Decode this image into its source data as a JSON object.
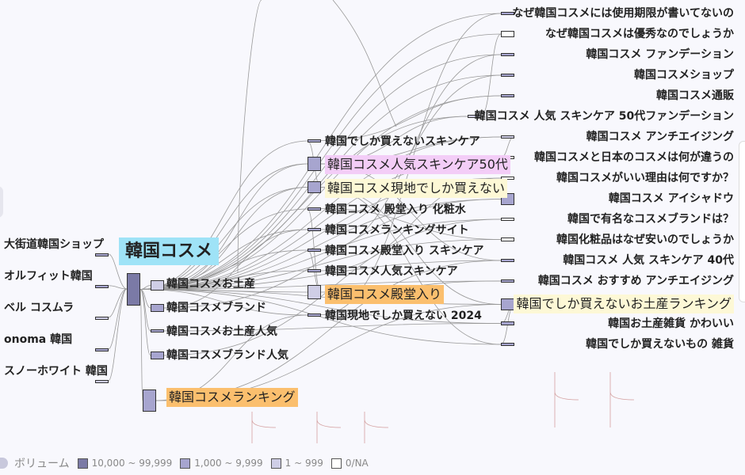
{
  "volume_colors": {
    "high": "#7b7aa6",
    "mid": "#a7a5cf",
    "low": "#cfcee6",
    "none": "#ffffff"
  },
  "link_color": "#999999",
  "bracket_color": "#d4a0a0",
  "nodes": [
    {
      "label": "韓国コスメ",
      "volume": "high",
      "highlight": "#9fe3f7"
    },
    {
      "label": "大街道韓国ショップ",
      "volume": "mid"
    },
    {
      "label": "オルフィット韓国",
      "volume": "mid"
    },
    {
      "label": "ベル コスムラ",
      "volume": "low"
    },
    {
      "label": "onoma 韓国",
      "volume": "mid"
    },
    {
      "label": "スノーホワイト 韓国",
      "volume": "low"
    },
    {
      "label": "韓国コスメお土産",
      "volume": "low"
    },
    {
      "label": "韓国コスメブランド",
      "volume": "mid"
    },
    {
      "label": "韓国コスメお土産人気",
      "volume": "mid"
    },
    {
      "label": "韓国コスメブランド人気",
      "volume": "mid"
    },
    {
      "label": "韓国コスメランキング",
      "volume": "mid",
      "highlight": "#fbbf6e"
    },
    {
      "label": "韓国コスメ殿堂入り",
      "volume": "low",
      "highlight": "#fbbf6e"
    },
    {
      "label": "韓国コスメランキングサイト",
      "volume": "mid"
    },
    {
      "label": "韓国コスメ殿堂入り スキンケア",
      "volume": "mid"
    },
    {
      "label": "韓国コスメ人気スキンケア",
      "volume": "mid"
    },
    {
      "label": "韓国コスメ 殿堂入り 化粧水",
      "volume": "mid"
    },
    {
      "label": "韓国コスメ現地でしか買えない",
      "volume": "mid",
      "highlight": "#fdf8d6"
    },
    {
      "label": "韓国コスメ人気スキンケア50代",
      "volume": "mid",
      "highlight": "#f3cdf7"
    },
    {
      "label": "韓国でしか買えないスキンケア",
      "volume": "mid"
    },
    {
      "label": "韓国コスメ アンチエイジング",
      "volume": "low"
    },
    {
      "label": "韓国コスメ 人気 スキンケア 50代ファンデーション",
      "volume": "low"
    },
    {
      "label": "韓国でしか買えないお土産ランキング",
      "volume": "mid",
      "highlight": "#fdf8d6"
    },
    {
      "label": "韓国現地でしか買えない 2024",
      "volume": "mid"
    },
    {
      "label": "韓国でしか買えないもの 雑貨",
      "volume": "mid"
    },
    {
      "label": "韓国お土産雑貨 かわいい",
      "volume": "mid"
    },
    {
      "label": "なぜ韓国コスメには使用期限が書いてないの",
      "volume": "mid"
    },
    {
      "label": "なぜ韓国コスメは優秀なのでしょうか",
      "volume": "none"
    },
    {
      "label": "韓国コスメ ファンデーション",
      "volume": "mid"
    },
    {
      "label": "韓国コスメショップ",
      "volume": "mid"
    },
    {
      "label": "韓国コスメ通販",
      "volume": "mid"
    },
    {
      "label": "韓国コスメと日本のコスメは何が違うの",
      "volume": "none"
    },
    {
      "label": "韓国コスメがいい理由は何ですか？",
      "volume": "none"
    },
    {
      "label": "韓国コスメ アイシャドウ",
      "volume": "mid"
    },
    {
      "label": "韓国で有名なコスメブランドは？",
      "volume": "none"
    },
    {
      "label": "韓国化粧品はなぜ安いのでしょうか",
      "volume": "none"
    },
    {
      "label": "韓国コスメ 人気 スキンケア 40代",
      "volume": "mid"
    },
    {
      "label": "韓国コスメ おすすめ アンチエイジング",
      "volume": "mid"
    }
  ],
  "legend": {
    "title": "ボリューム",
    "items": [
      {
        "label": "10,000 ~ 99,999",
        "volume": "high"
      },
      {
        "label": "1,000 ~ 9,999",
        "volume": "mid"
      },
      {
        "label": "1 ~ 999",
        "volume": "low"
      },
      {
        "label": "0/NA",
        "volume": "none"
      }
    ]
  }
}
